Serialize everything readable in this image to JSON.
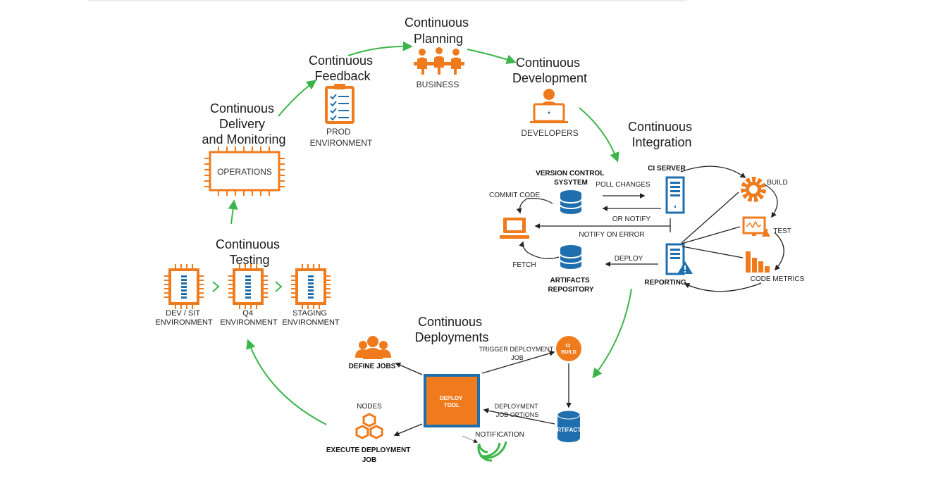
{
  "colors": {
    "orange": "#f07b1d",
    "blue": "#1f6fae",
    "green": "#3bb54a",
    "dark": "#222222"
  },
  "stages": {
    "planning": [
      "Continuous",
      "Planning"
    ],
    "feedback": [
      "Continuous",
      "Feedback"
    ],
    "development": [
      "Continuous",
      "Development"
    ],
    "integration": [
      "Continuous",
      "Integration"
    ],
    "delivery": [
      "Continuous",
      "Delivery",
      "and Monitoring"
    ],
    "testing": [
      "Continuous",
      "Testing"
    ],
    "deployments": [
      "Continuous",
      "Deployments"
    ]
  },
  "labels": {
    "business": "BUSINESS",
    "prod": [
      "PROD",
      "ENVIRONMENT"
    ],
    "developers": "DEVELOPERS",
    "operations": "OPERATIONS",
    "dev_sit": [
      "DEV / SIT",
      "ENVIRONMENT"
    ],
    "q4": [
      "Q4",
      "ENVIRONMENT"
    ],
    "staging": [
      "STAGING",
      "ENVIRONMENT"
    ]
  },
  "ci": {
    "version_control": [
      "VERSION CONTROL",
      "SYSYTEM"
    ],
    "ci_server": "CI SERVER",
    "build": "BUILD",
    "test": "TEST",
    "code_metrics": "CODE METRICS",
    "commit_code": "COMMIT CODE",
    "poll_changes": "POLL CHANGES",
    "or_notify": "OR NOTIFY",
    "notify_on_error": "NOTIFY ON ERROR",
    "fetch": "FETCH",
    "deploy": "DEPLOY",
    "artifacts_repository": [
      "ARTIFACTS",
      "REPOSITORY"
    ],
    "reporting": "REPORTING"
  },
  "deploy": {
    "define_jobs": "DEFINE JOBS",
    "trigger": [
      "TRIGGER DEPLOYMENT",
      "JOB"
    ],
    "ci_build": [
      "CI",
      "BUILD"
    ],
    "deploy_tool": [
      "DEPLOY",
      "TOOL"
    ],
    "deployment_options": [
      "DEPLOYMENT",
      "JOB OPTIONS"
    ],
    "nodes": "NODES",
    "execute": [
      "EXECUTE DEPLOYMENT",
      "JOB"
    ],
    "notification": "NOTIFICATION",
    "artifacts": "ARTIFACTS"
  }
}
